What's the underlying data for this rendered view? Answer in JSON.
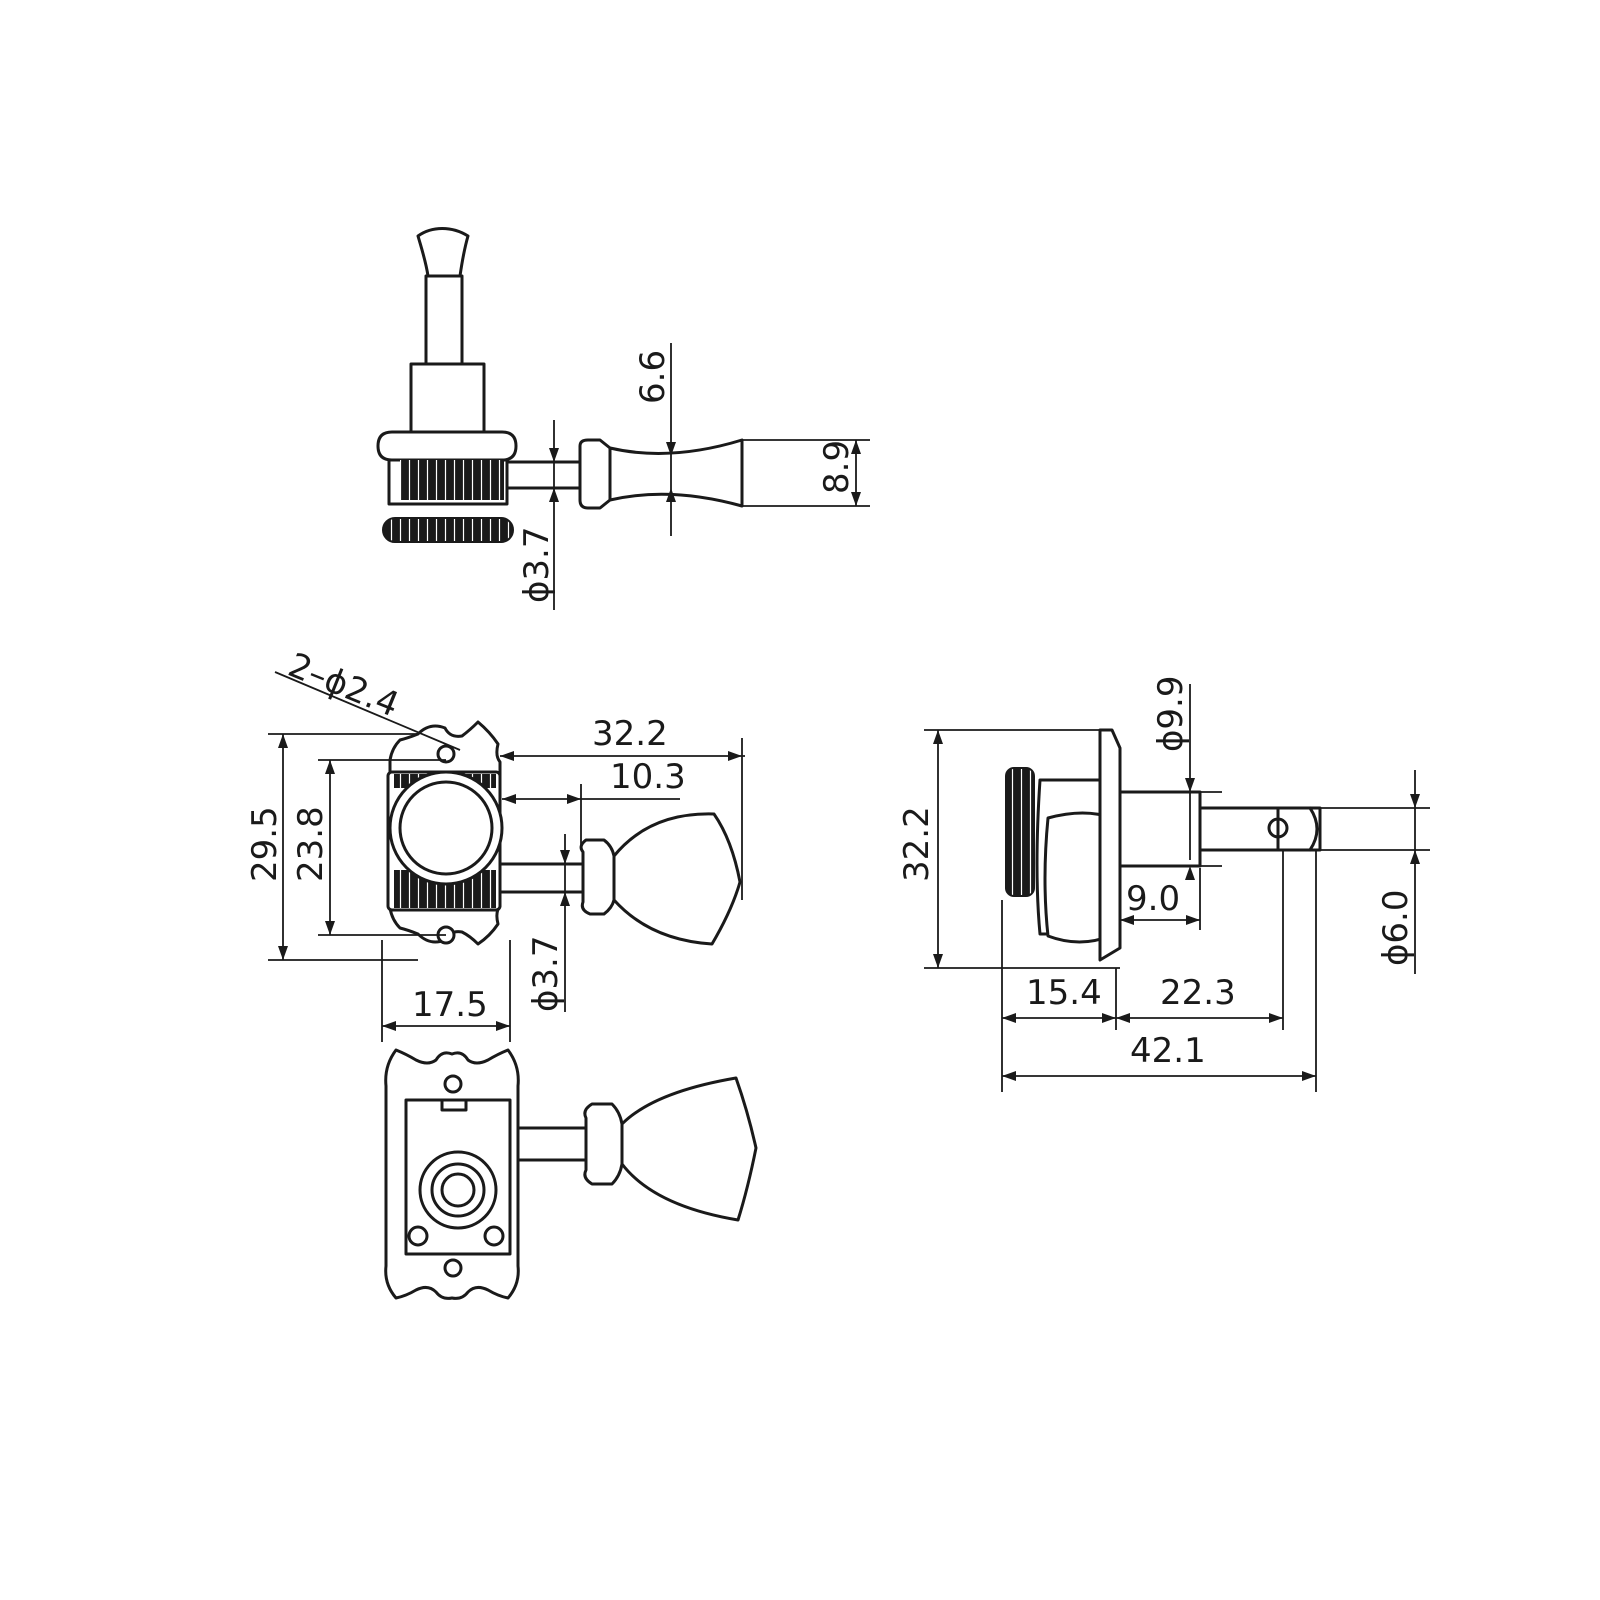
{
  "dimensions": {
    "top_view": {
      "head_width": "6.6",
      "head_height": "8.9",
      "shaft_diameter": "ϕ3.7"
    },
    "front_view": {
      "mount_holes": "2–ϕ2.4",
      "total_width": "32.2",
      "post_to_shaft": "10.3",
      "plate_height": "29.5",
      "hole_spacing": "23.8",
      "shaft_diameter": "ϕ3.7",
      "plate_width": "17.5"
    },
    "side_view": {
      "plate_height": "32.2",
      "bushing_diameter": "ϕ9.9",
      "post_diameter": "ϕ6.0",
      "bushing_length": "9.0",
      "base_to_plate": "15.4",
      "plate_to_hole": "22.3",
      "total_length": "42.1"
    }
  }
}
